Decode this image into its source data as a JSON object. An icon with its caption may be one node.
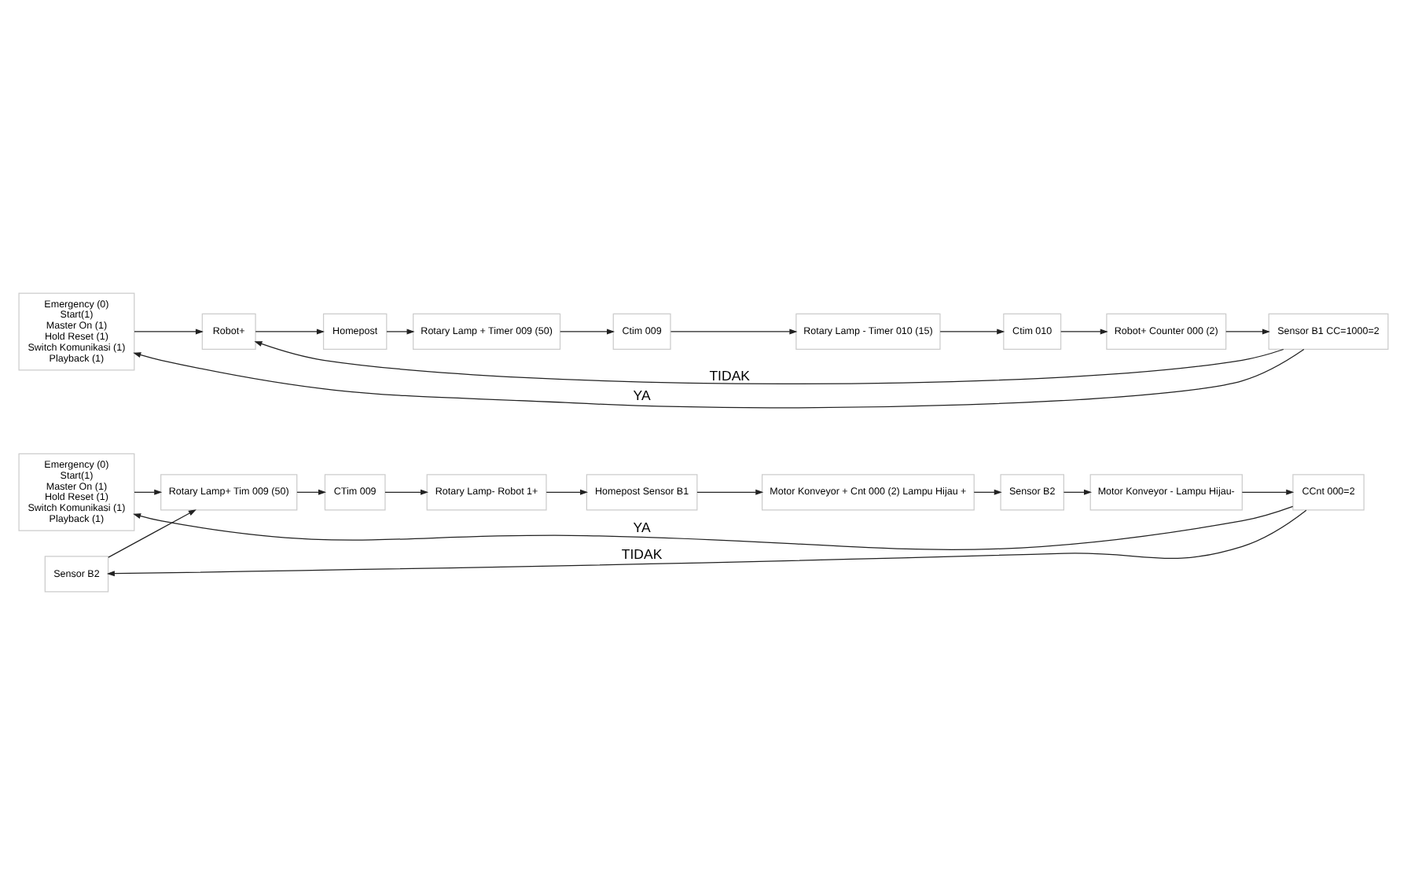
{
  "diagram": {
    "nodes": [
      {
        "text": [
          "Emergency (0)",
          "Start(1)",
          "Master On (1)",
          "Hold Reset (1)",
          "Switch Komunikasi (1)",
          "Playback (1)"
        ]
      },
      {
        "text": [
          "Rotary Lamp+ Tim 009 (50)"
        ]
      },
      {
        "text": [
          "Sensor B2"
        ]
      },
      {
        "text": [
          "CTim 009"
        ]
      },
      {
        "text": [
          "Rotary Lamp- Robot 1+"
        ]
      },
      {
        "text": [
          "Homepost Sensor B1"
        ]
      },
      {
        "text": [
          "Motor Konveyor + Cnt 000 (2) Lampu Hijau +"
        ]
      },
      {
        "text": [
          "Sensor B2"
        ]
      },
      {
        "text": [
          "Motor Konveyor - Lampu Hijau-"
        ]
      },
      {
        "text": [
          "CCnt 000=2"
        ]
      },
      {
        "text": [
          "Emergency (0)",
          "Start(1)",
          "Master On (1)",
          "Hold Reset (1)",
          "Switch Komunikasi (1)",
          "Playback (1)"
        ]
      },
      {
        "text": [
          "Robot+"
        ]
      },
      {
        "text": [
          "Homepost"
        ]
      },
      {
        "text": [
          "Rotary Lamp + Timer 009 (50)"
        ]
      },
      {
        "text": [
          "Ctim 009"
        ]
      },
      {
        "text": [
          "Rotary Lamp - Timer 010 (15)"
        ]
      },
      {
        "text": [
          "Ctim 010"
        ]
      },
      {
        "text": [
          "Robot+ Counter 000 (2)"
        ]
      },
      {
        "text": [
          "Sensor B1 CC=1000=2"
        ]
      }
    ],
    "edges": [
      {
        "from": 0,
        "to": 1,
        "arrow": "to"
      },
      {
        "from": 1,
        "to": 3,
        "arrow": "to"
      },
      {
        "from": 3,
        "to": 4,
        "arrow": "to"
      },
      {
        "from": 4,
        "to": 5,
        "arrow": "to"
      },
      {
        "from": 5,
        "to": 6,
        "arrow": "to"
      },
      {
        "from": 6,
        "to": 7,
        "arrow": "to"
      },
      {
        "from": 7,
        "to": 8,
        "arrow": "to"
      },
      {
        "from": 8,
        "to": 9,
        "arrow": "to"
      },
      {
        "from": 2,
        "to": 1,
        "arrow": "to"
      },
      {
        "from": 9,
        "to": 2,
        "arrow": "to",
        "label": "TIDAK"
      },
      {
        "from": 9,
        "to": 0,
        "arrow": "to",
        "label": "YA"
      },
      {
        "from": 10,
        "to": 11,
        "arrow": "to"
      },
      {
        "from": 11,
        "to": 12,
        "arrow": "to"
      },
      {
        "from": 12,
        "to": 13,
        "arrow": "to"
      },
      {
        "from": 13,
        "to": 14,
        "arrow": "to"
      },
      {
        "from": 14,
        "to": 15,
        "arrow": "to"
      },
      {
        "from": 15,
        "to": 16,
        "arrow": "to"
      },
      {
        "from": 16,
        "to": 17,
        "arrow": "to"
      },
      {
        "from": 17,
        "to": 18,
        "arrow": "to"
      },
      {
        "from": 18,
        "to": 11,
        "arrow": "to",
        "label": "TIDAK"
      },
      {
        "from": 18,
        "to": 10,
        "arrow": "to",
        "label": "YA"
      }
    ]
  }
}
